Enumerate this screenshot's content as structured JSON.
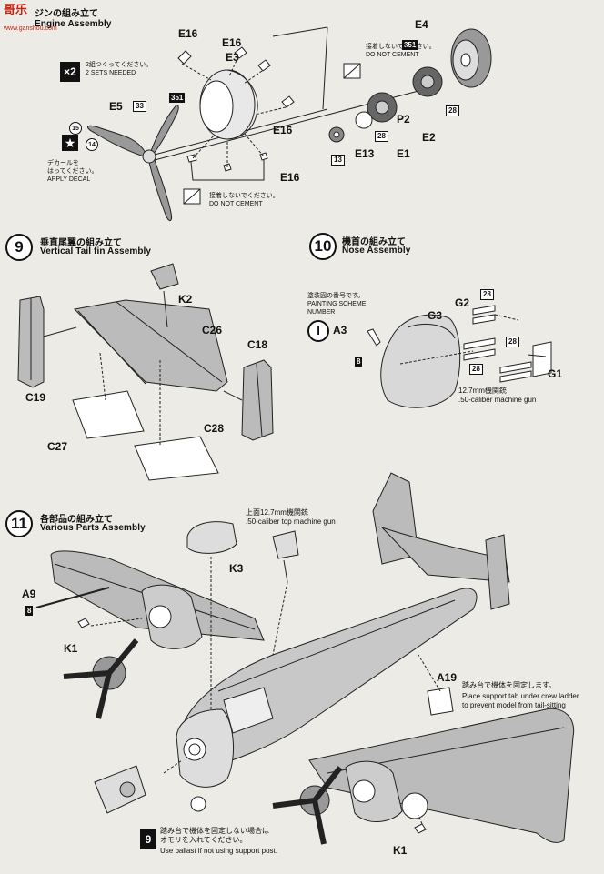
{
  "watermark": {
    "cn": "哥乐",
    "site": "www.ganshou.com"
  },
  "step8": {
    "title_jp": "ジンの組み立て",
    "title_en": "Engine Assembly",
    "sets_badge": "×2",
    "sets_jp": "2組つくってください。",
    "sets_en": "2 SETS NEEDED",
    "nocement_jp": "接着しないでください。",
    "nocement_en": "DO NOT CEMENT",
    "decal_jp_1": "デカールを",
    "decal_jp_2": "はってください。",
    "decal_en": "APPLY DECAL",
    "parts": [
      "E16",
      "E16",
      "E3",
      "E5",
      "E16",
      "E16",
      "E4",
      "P2",
      "E2",
      "E1",
      "E13"
    ],
    "nums": [
      "351",
      "351",
      "33",
      "15",
      "14",
      "28",
      "28",
      "13"
    ]
  },
  "step9": {
    "num": "9",
    "title_jp": "垂直尾翼の組み立て",
    "title_en": "Vertical Tail fin Assembly",
    "parts": [
      "K2",
      "C26",
      "C18",
      "C19",
      "C27",
      "C28"
    ]
  },
  "step10": {
    "num": "10",
    "title_jp": "機首の組み立て",
    "title_en": "Nose Assembly",
    "scheme_jp": "塗装図の番号です。",
    "scheme_en_1": "PAINTING SCHEME",
    "scheme_en_2": "NUMBER",
    "scheme_icon": "I",
    "gun_jp": "12.7mm機関銃",
    "gun_en": ".50-caliber machine gun",
    "parts": [
      "A3",
      "G3",
      "G2",
      "G1"
    ],
    "nums": [
      "8",
      "28",
      "28",
      "28"
    ]
  },
  "step11": {
    "num": "11",
    "title_jp": "各部品の組み立て",
    "title_en": "Various Parts Assembly",
    "topgun_jp": "上面12.7mm機関銃",
    "topgun_en": ".50-caliber top machine  gun",
    "support_jp": "踏み台で機体を固定します。",
    "support_en_1": "Place support tab under crew ladder",
    "support_en_2": "to prevent model from tail-sitting",
    "ballast_jp_1": "踏み台で機体を固定しない場合は",
    "ballast_jp_2": "オモリを入れてください。",
    "ballast_en": "Use ballast if not using support post.",
    "ballast_icon": "9",
    "parts": [
      "K3",
      "A9",
      "K1",
      "A19",
      "K1"
    ],
    "nums": [
      "8"
    ]
  }
}
